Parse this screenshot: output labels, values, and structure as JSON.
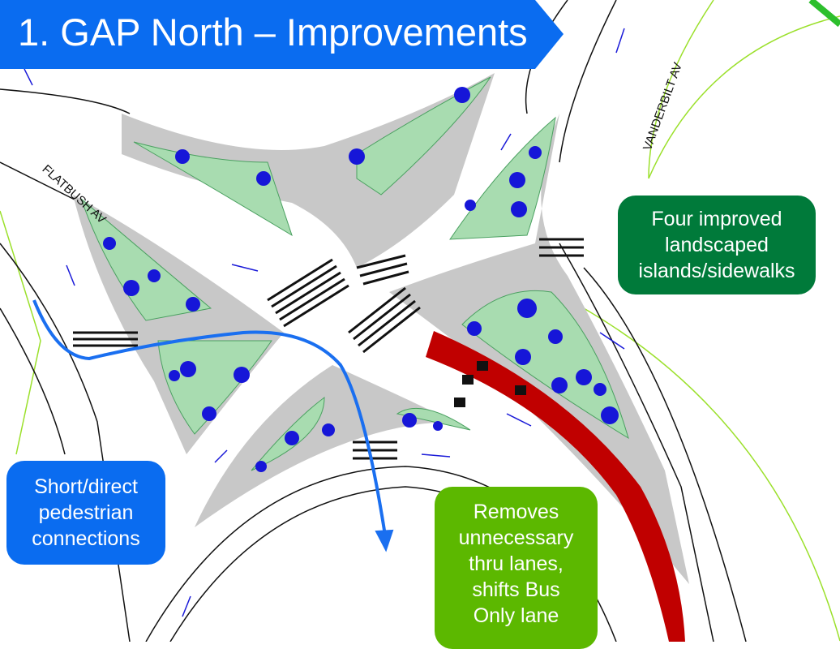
{
  "title": "1. GAP North – Improvements",
  "streets": {
    "flatbush": "FLATBUSH AV",
    "vanderbilt": "VANDERBILT AV"
  },
  "callouts": {
    "islands": [
      "Four improved",
      "landscaped",
      "islands/sidewalks"
    ],
    "pedestrian": [
      "Short/direct",
      "pedestrian",
      "connections"
    ],
    "lanes": [
      "Removes",
      "unnecessary",
      "thru lanes,",
      "shifts Bus",
      "Only lane"
    ]
  },
  "colors": {
    "title_bg": "#0a6cf0",
    "islands": "#007a3a",
    "pedestrian": "#0a6cf0",
    "lanes": "#5cb800",
    "bus_lane": "#c00000",
    "path": "#1a6ff0"
  }
}
